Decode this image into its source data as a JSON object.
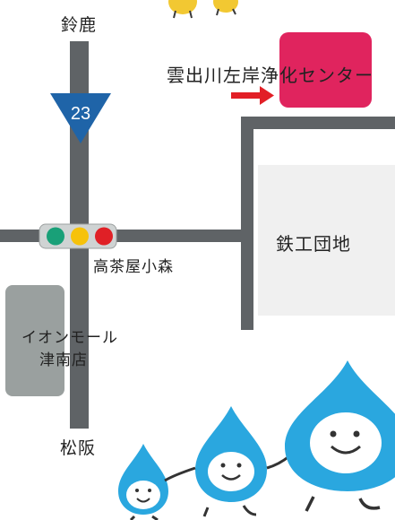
{
  "map": {
    "north_label": "鈴鹿",
    "south_label": "松阪",
    "route_number": "23",
    "intersection_label": "高茶屋小森",
    "facility_label": "雲出川左岸浄化センター",
    "estate_label": "鉄工団地",
    "mall_label_line1": "イオンモール",
    "mall_label_line2": "津南店"
  },
  "colors": {
    "road": "#5f6366",
    "route_shield": "#1f64a8",
    "facility": "#e0245e",
    "arrow": "#e21f26",
    "estate": "#f0f0f0",
    "mall": "#9aa09f",
    "signal_green": "#19a078",
    "signal_yellow": "#f6c20b",
    "signal_red": "#e02026",
    "mascot": "#2aa7df"
  },
  "icons": {
    "route": "route-shield-icon",
    "signal": "traffic-light-icon",
    "arrow": "arrow-right-icon",
    "mascot": "water-drop-mascot-icon"
  }
}
